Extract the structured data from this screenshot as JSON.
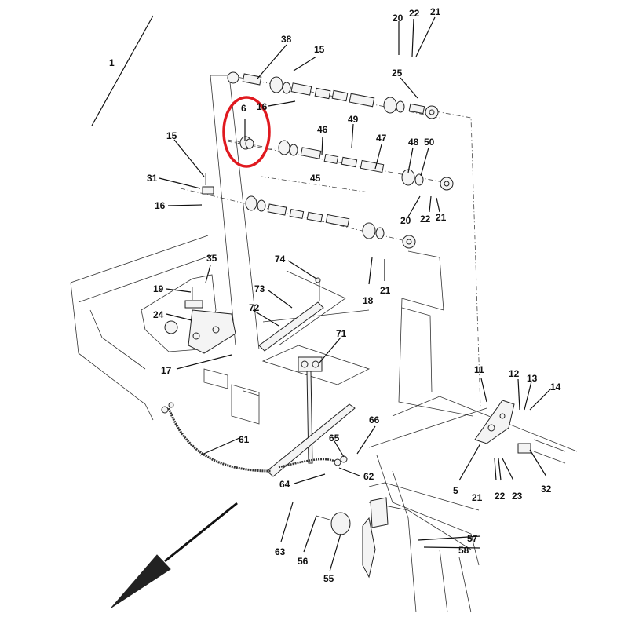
{
  "diagram": {
    "title": "Exploded parts diagram",
    "highlight_color": "#e0191f",
    "highlighted_part": "6",
    "callouts": [
      {
        "id": "c1",
        "text": "1"
      },
      {
        "id": "c38",
        "text": "38"
      },
      {
        "id": "c15a",
        "text": "15"
      },
      {
        "id": "c20a",
        "text": "20"
      },
      {
        "id": "c22a",
        "text": "22"
      },
      {
        "id": "c21a",
        "text": "21"
      },
      {
        "id": "c25",
        "text": "25"
      },
      {
        "id": "c6",
        "text": "6"
      },
      {
        "id": "c16a",
        "text": "16"
      },
      {
        "id": "c46",
        "text": "46"
      },
      {
        "id": "c49",
        "text": "49"
      },
      {
        "id": "c47",
        "text": "47"
      },
      {
        "id": "c48",
        "text": "48"
      },
      {
        "id": "c50",
        "text": "50"
      },
      {
        "id": "c15b",
        "text": "15"
      },
      {
        "id": "c31",
        "text": "31"
      },
      {
        "id": "c16b",
        "text": "16"
      },
      {
        "id": "c45",
        "text": "45"
      },
      {
        "id": "c20b",
        "text": "20"
      },
      {
        "id": "c22b",
        "text": "22"
      },
      {
        "id": "c21b",
        "text": "21"
      },
      {
        "id": "c35",
        "text": "35"
      },
      {
        "id": "c74",
        "text": "74"
      },
      {
        "id": "c19",
        "text": "19"
      },
      {
        "id": "c73",
        "text": "73"
      },
      {
        "id": "c18",
        "text": "18"
      },
      {
        "id": "c21c",
        "text": "21"
      },
      {
        "id": "c72",
        "text": "72"
      },
      {
        "id": "c24",
        "text": "24"
      },
      {
        "id": "c71",
        "text": "71"
      },
      {
        "id": "c17",
        "text": "17"
      },
      {
        "id": "c11",
        "text": "11"
      },
      {
        "id": "c12",
        "text": "12"
      },
      {
        "id": "c13",
        "text": "13"
      },
      {
        "id": "c14",
        "text": "14"
      },
      {
        "id": "c66",
        "text": "66"
      },
      {
        "id": "c61",
        "text": "61"
      },
      {
        "id": "c65",
        "text": "65"
      },
      {
        "id": "c62",
        "text": "62"
      },
      {
        "id": "c64",
        "text": "64"
      },
      {
        "id": "c5",
        "text": "5"
      },
      {
        "id": "c21d",
        "text": "21"
      },
      {
        "id": "c22c",
        "text": "22"
      },
      {
        "id": "c23",
        "text": "23"
      },
      {
        "id": "c32",
        "text": "32"
      },
      {
        "id": "c57",
        "text": "57"
      },
      {
        "id": "c58",
        "text": "58"
      },
      {
        "id": "c63",
        "text": "63"
      },
      {
        "id": "c56",
        "text": "56"
      },
      {
        "id": "c55",
        "text": "55"
      }
    ]
  }
}
